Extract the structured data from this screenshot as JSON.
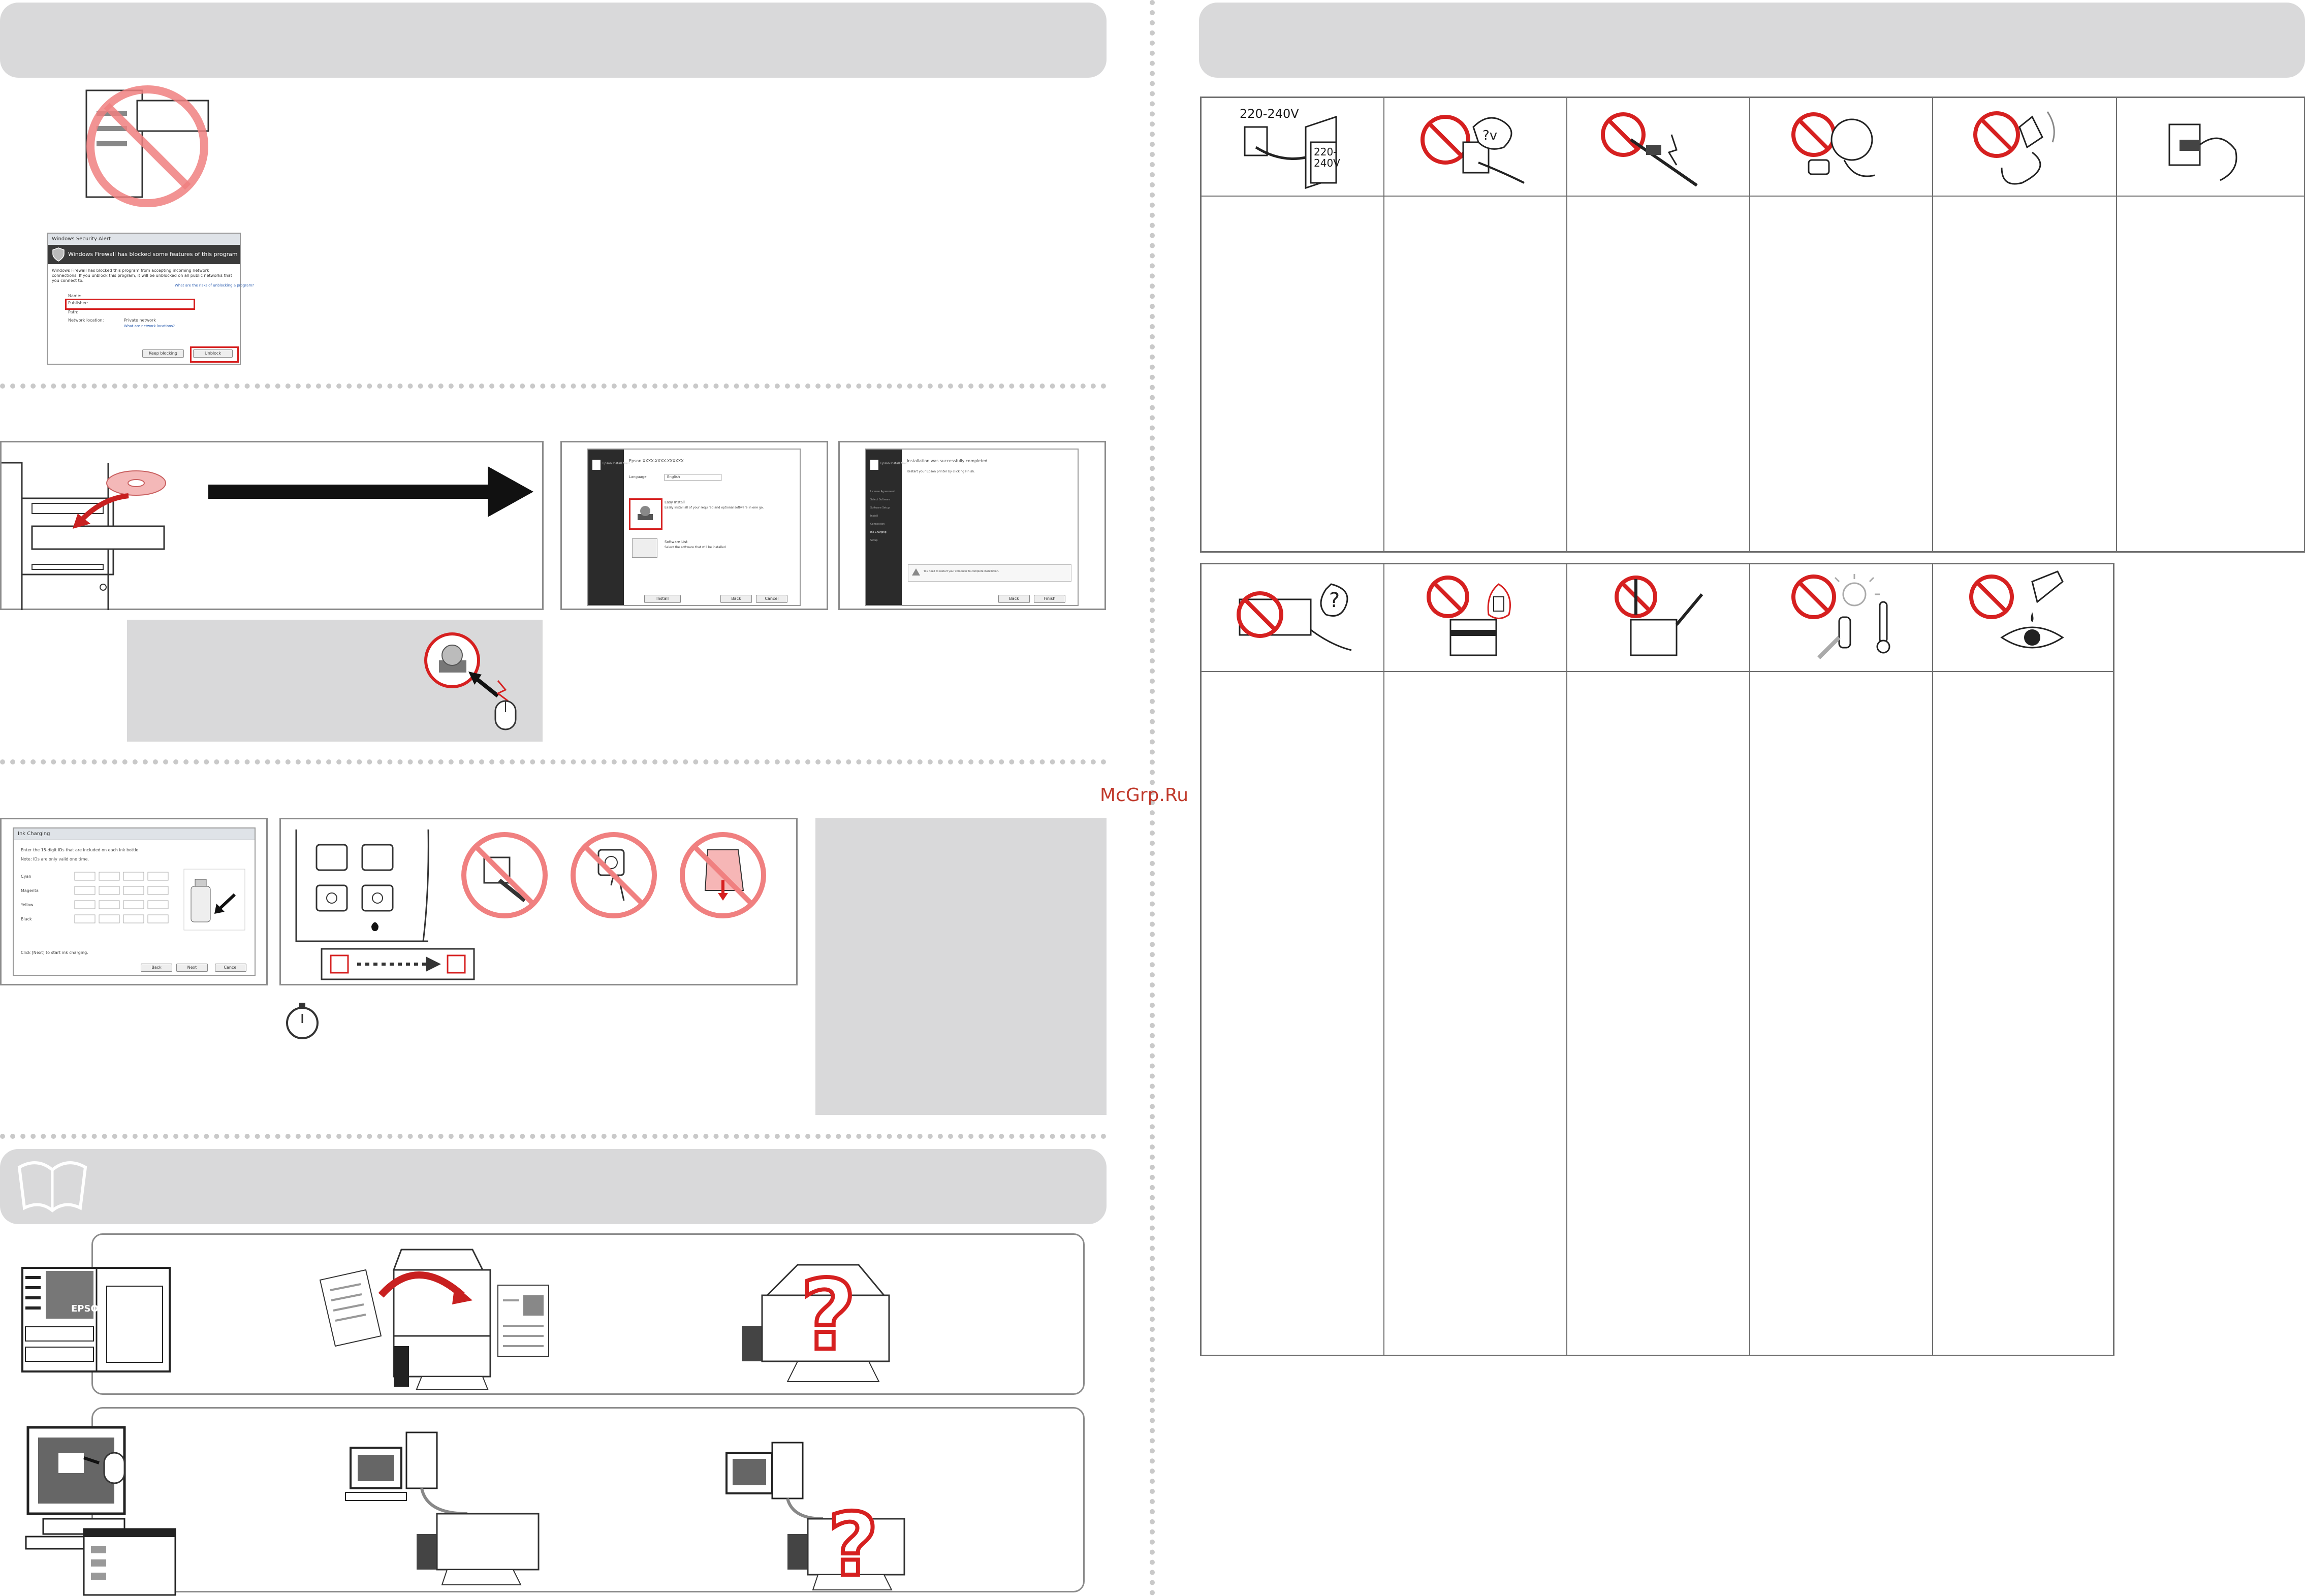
{
  "watermark": "McGrp.Ru",
  "firewall_dialog": {
    "title": "Windows Security Alert",
    "heading": "Windows Firewall has blocked some features of this program",
    "body": "Windows Firewall has blocked this program from accepting incoming network connections. If you unblock this program, it will be unblocked on all public networks that you connect to.",
    "link1": "What are the risks of unblocking a program?",
    "name_label": "Name:",
    "publisher_label": "Publisher:",
    "path_label": "Path:",
    "network_label": "Network location:",
    "network_value": "Private network",
    "network_link": "What are network locations?",
    "keep_button": "Keep blocking",
    "unblock_button": "Unblock"
  },
  "installer_1": {
    "title": "Epson Install Navi",
    "header": "Epson XXXX-XXXX-XXXXXX",
    "language_label": "Language",
    "language_value": "English",
    "option1_title": "Easy Install",
    "option1_text": "Easily install all of your required and optional software in one go.",
    "option2_title": "Software List",
    "option2_text": "Select the software that will be installed",
    "btn1": "Install",
    "btn2": "Back",
    "btn3": "Cancel"
  },
  "installer_2": {
    "title": "Epson Install Navi",
    "header": "Installation was successfully completed.",
    "sub": "Restart your Epson printer by clicking Finish.",
    "note": "You need to restart your computer to complete installation.",
    "btn1": "Back",
    "btn2": "Finish",
    "steps": [
      "License Agreement",
      "Select Software",
      "Software Setup",
      "Install",
      "Connection",
      "Ink Charging",
      "Setup"
    ]
  },
  "ink_dialog": {
    "title": "Ink Charging",
    "line1": "Enter the 15-digit IDs that are included on each ink bottle.",
    "line2": "Note: IDs are only valid one time.",
    "colors": [
      "Cyan",
      "Magenta",
      "Yellow",
      "Black"
    ],
    "footer": "Click [Next] to start ink charging.",
    "back": "Back",
    "next": "Next",
    "cancel": "Cancel"
  },
  "safety_icons": {
    "voltage_top": "220-240V",
    "voltage_box": "220-\n240V"
  },
  "manual": {
    "brand": "EPSON"
  }
}
